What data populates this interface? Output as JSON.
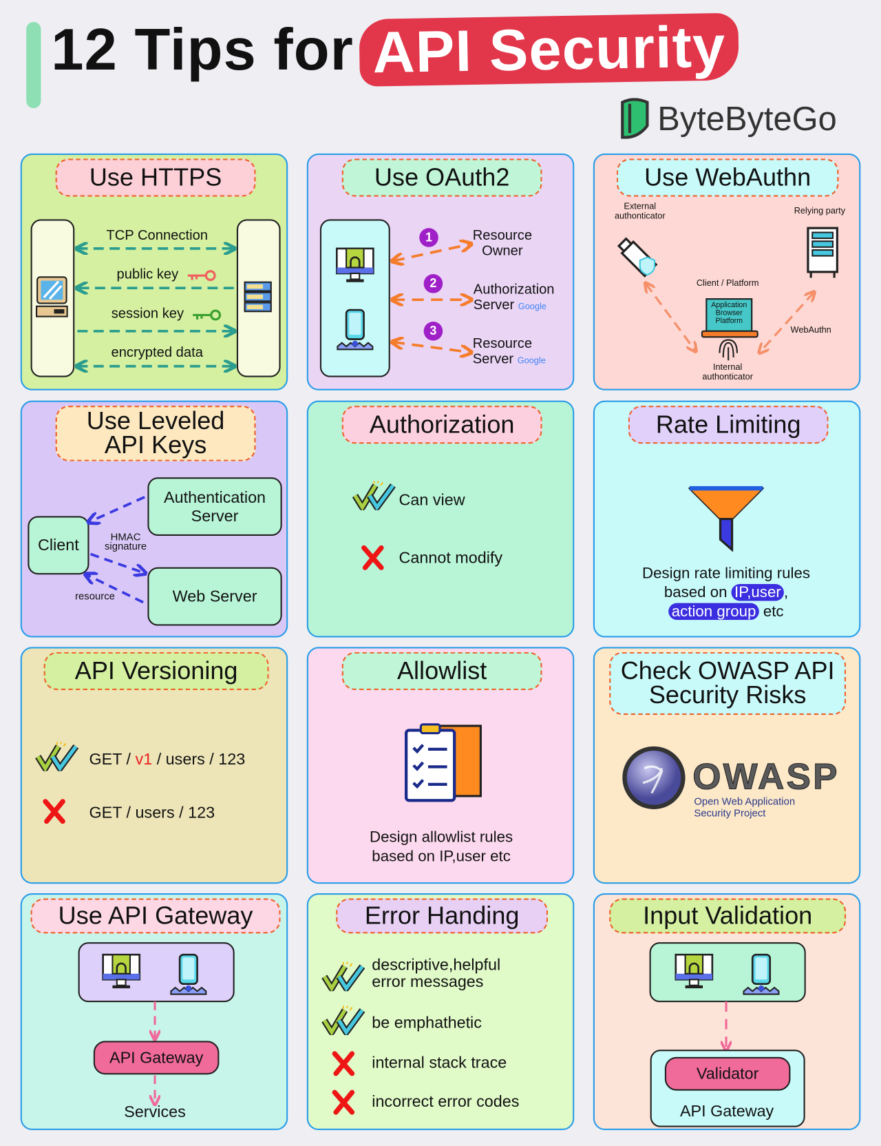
{
  "header": {
    "title_plain": "12 Tips for",
    "title_highlight": "API Security",
    "brand": "ByteByteGo",
    "colors": {
      "bar": "#8ee0b4",
      "highlight": "#e2364a",
      "card_border": "#2a9de8",
      "pill_border": "#f0602a"
    }
  },
  "https": {
    "title": "Use HTTPS",
    "tcp": "TCP Connection",
    "public_key": "public key",
    "session_key": "session key",
    "encrypted": "encrypted data"
  },
  "oauth": {
    "title": "Use OAuth2",
    "steps": [
      "1",
      "2",
      "3"
    ],
    "l1a": "Resource",
    "l1b": "Owner",
    "l2a": "Authorization",
    "l2b": "Server",
    "l3a": "Resource",
    "l3b": "Server",
    "google": "Google"
  },
  "webauthn": {
    "title": "Use WebAuthn",
    "external_a": "External",
    "external_b": "authonticator",
    "relying": "Relying party",
    "client": "Client / Platform",
    "app1": "Application",
    "app2": "Browser",
    "app3": "Platform",
    "webauthn": "WebAuthn",
    "internal_a": "Internal",
    "internal_b": "authonticator"
  },
  "leveled": {
    "title_a": "Use Leveled",
    "title_b": "API Keys",
    "client": "Client",
    "auth_a": "Authentication",
    "auth_b": "Server",
    "web": "Web Server",
    "hmac_a": "HMAC",
    "hmac_b": "signature",
    "resource": "resource"
  },
  "authz": {
    "title": "Authorization",
    "can": "Can view",
    "cannot": "Cannot modify"
  },
  "rate": {
    "title": "Rate Limiting",
    "l1": "Design rate limiting rules",
    "l2a": "based on",
    "l2b": "IP,user",
    ",": ",",
    "l3a": "action group",
    "l3b": "etc"
  },
  "version": {
    "title": "API Versioning",
    "g1a": "GET / ",
    "g1b": "v1",
    "g1c": " / users / 123",
    "g2": "GET / users / 123"
  },
  "allow": {
    "title": "Allowlist",
    "l1": "Design allowlist rules",
    "l2": "based on IP,user etc"
  },
  "owasp": {
    "title_a": "Check OWASP API",
    "title_b": "Security Risks",
    "logo": "OWASP",
    "sub1": "Open Web Application",
    "sub2": "Security Project"
  },
  "gateway": {
    "title": "Use API Gateway",
    "gw": "API Gateway",
    "services": "Services"
  },
  "error": {
    "title": "Error Handing",
    "i1a": "descriptive,helpful",
    "i1b": "error messages",
    "i2": "be emphathetic",
    "i3": "internal stack trace",
    "i4": "incorrect error codes"
  },
  "input": {
    "title": "Input Validation",
    "validator": "Validator",
    "gw": "API Gateway"
  }
}
